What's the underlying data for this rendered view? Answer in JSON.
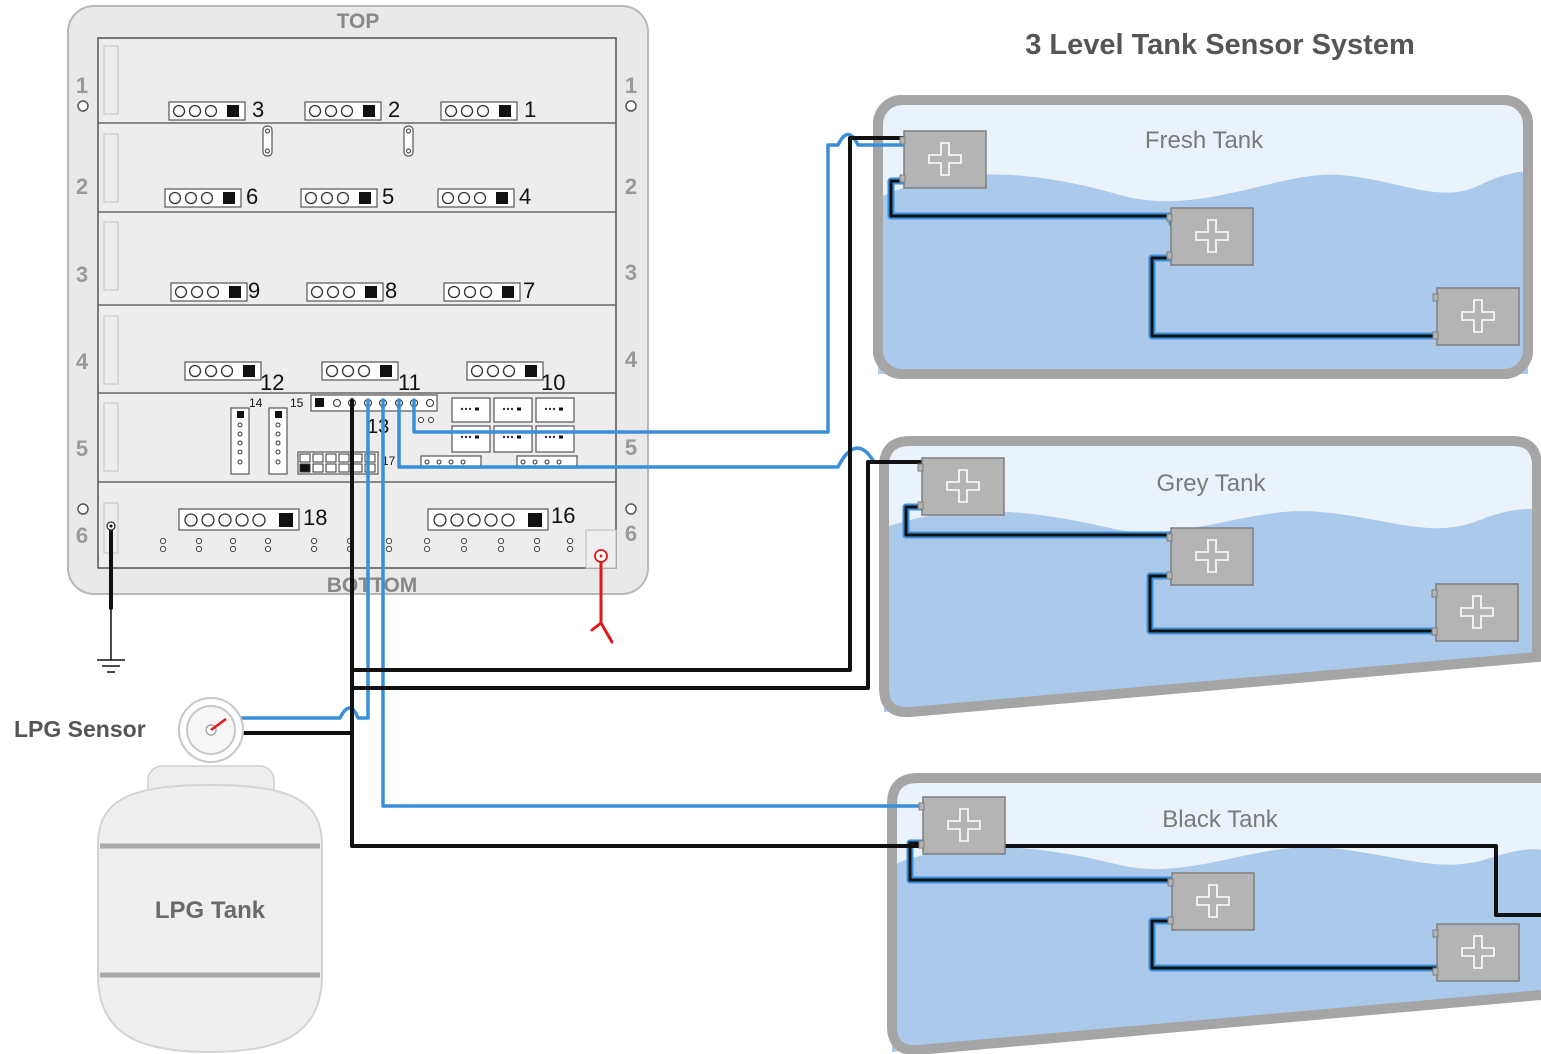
{
  "title": "3 Level Tank Sensor System",
  "panel": {
    "top_label": "TOP",
    "bottom_label": "BOTTOM",
    "row_numbers": [
      "1",
      "2",
      "3",
      "4",
      "5",
      "6"
    ],
    "connectors": [
      "3",
      "2",
      "1",
      "6",
      "5",
      "4",
      "9",
      "8",
      "7",
      "12",
      "11",
      "10",
      "18",
      "16"
    ],
    "small_labels": [
      "14",
      "15",
      "13",
      "17"
    ]
  },
  "tanks": [
    {
      "name": "Fresh Tank"
    },
    {
      "name": "Grey Tank"
    },
    {
      "name": "Black Tank"
    }
  ],
  "lpg": {
    "sensor_label": "LPG Sensor",
    "tank_label": "LPG Tank"
  },
  "colors": {
    "wire_blue": "#3a8fd9",
    "wire_black": "#111111",
    "wire_red": "#e01818",
    "water": "#abc9ea",
    "tank_bg": "#eaf2fb",
    "tank_border": "#a5a5a5",
    "panel_bg": "#e9e9e9",
    "sensor": "#b4b4b4"
  }
}
